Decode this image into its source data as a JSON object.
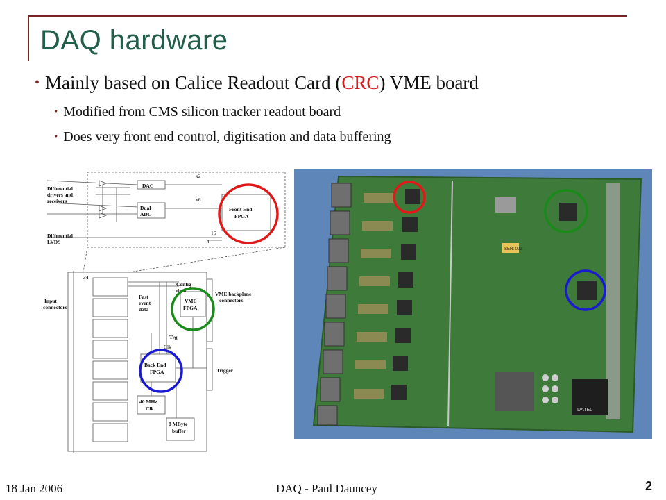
{
  "slide": {
    "title": "DAQ hardware",
    "bullet_main_pre": "Mainly based on Calice Readout Card (",
    "bullet_main_acronym": "CRC",
    "bullet_main_post": ") VME board",
    "sub_bullets": [
      "Modified from CMS silicon tracker readout board",
      "Does very front end control, digitisation and data buffering"
    ]
  },
  "diagram": {
    "labels": {
      "diff_drivers": [
        "Differential",
        "drivers and",
        "receivers"
      ],
      "dac": "DAC",
      "x2": "x2",
      "x6": "x6",
      "dual_adc": [
        "Dual",
        "ADC"
      ],
      "front_end": [
        "Front End",
        "FPGA"
      ],
      "diff_lvds": [
        "Differential",
        "LVDS"
      ],
      "n16": "16",
      "n4": "4",
      "n34": "34",
      "input_connectors": [
        "Input",
        "connectors"
      ],
      "config_data": [
        "Config",
        "data"
      ],
      "fast_event": [
        "Fast",
        "event",
        "data"
      ],
      "vme_fpga": [
        "VME",
        "FPGA"
      ],
      "vme_backplane": [
        "VME backplane",
        "connectors"
      ],
      "trg": "Trg",
      "clk_small": "Clk",
      "back_end": [
        "Back End",
        "FPGA"
      ],
      "trigger": "Trigger",
      "clk40": [
        "40 MHz",
        "Clk"
      ],
      "buffer": [
        "8 MByte",
        "buffer"
      ]
    },
    "colors": {
      "front_end_ring": "#e01a1a",
      "vme_ring": "#1a8a1a",
      "back_end_ring": "#1a1ad0"
    }
  },
  "photo": {
    "sticker_text": "SER: 002",
    "brand_text": "DATEL",
    "colors": {
      "red_ring": "#e01a1a",
      "green_ring": "#1a8a1a",
      "blue_ring": "#1a1ad0",
      "pcb": "#3e7a3a"
    }
  },
  "footer": {
    "date": "18 Jan 2006",
    "center": "DAQ - Paul Dauncey",
    "page": "2"
  }
}
